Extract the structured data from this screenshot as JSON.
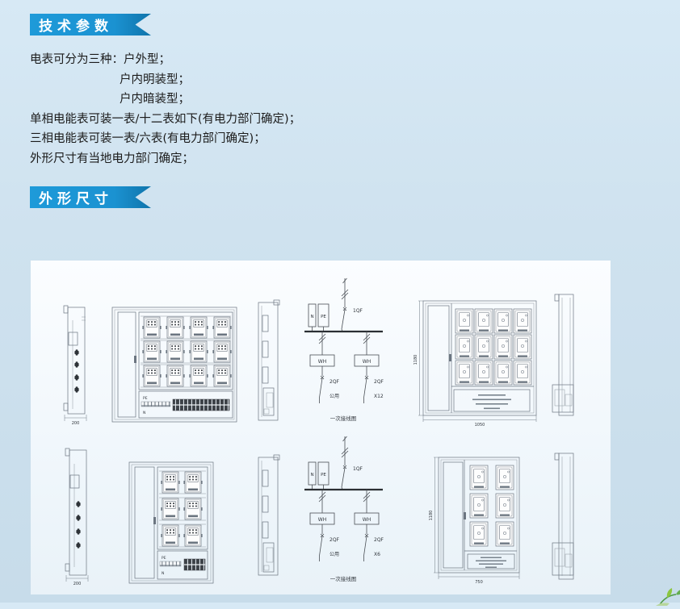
{
  "sections": {
    "tech_params": {
      "title": "技术参数",
      "lines": [
        "电表可分为三种：户外型；",
        "户内明装型；",
        "户内暗装型；",
        "单相电能表可装一表/十二表如下(有电力部门确定)；",
        "三相电能表可装一表/六表(有电力部门确定)；",
        "外形尺寸有当地电力部门确定；"
      ]
    },
    "dimensions": {
      "title": "外形尺寸"
    }
  },
  "drawings": {
    "box12": {
      "side_depth": "200",
      "front_height": "1180",
      "front_width": "1050",
      "pe_label": "PE",
      "n_label": "N",
      "wiring": {
        "n": "N",
        "pe": "PE",
        "incoming_breaker": "1QF",
        "meter": "WH",
        "branch_breaker": "2QF",
        "branch_public": "公用",
        "branch_count": "X12",
        "caption": "一次接线图"
      }
    },
    "box6": {
      "side_depth": "200",
      "front_height": "1180",
      "front_width": "750",
      "pe_label": "PE",
      "n_label": "N",
      "wiring": {
        "n": "N",
        "pe": "PE",
        "incoming_breaker": "1QF",
        "meter": "WH",
        "branch_breaker": "2QF",
        "branch_public": "公用",
        "branch_count": "X6",
        "caption": "一次接线图"
      }
    }
  }
}
